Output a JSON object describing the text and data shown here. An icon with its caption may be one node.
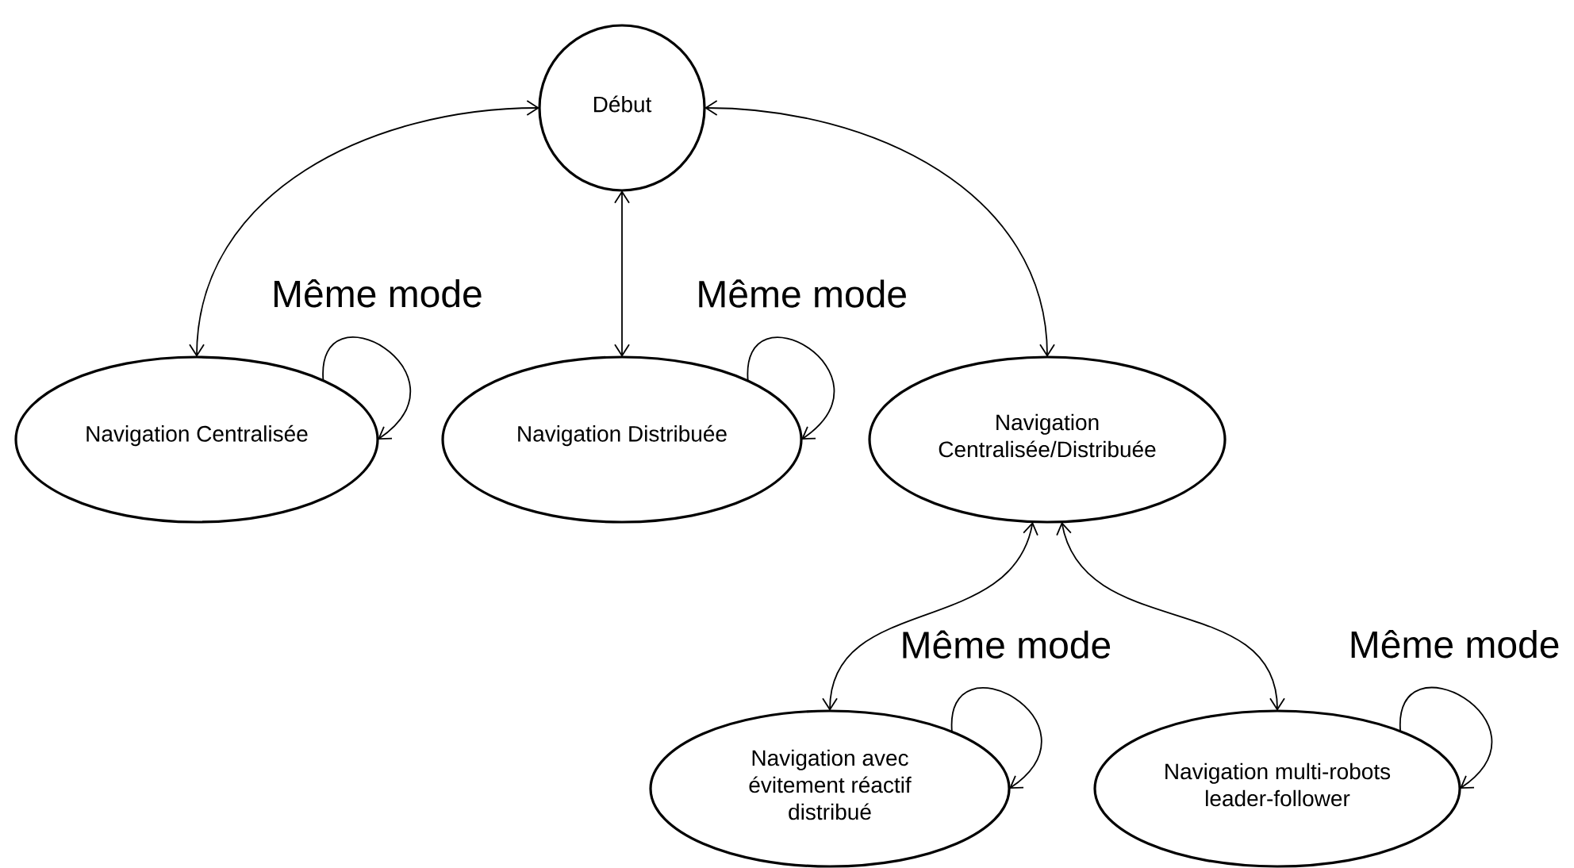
{
  "diagram": {
    "nodes": [
      {
        "text": [
          "Début"
        ]
      },
      {
        "text": [
          "Navigation Centralisée"
        ]
      },
      {
        "text": [
          "Navigation Distribuée"
        ]
      },
      {
        "text": [
          "Navigation Centralisée/Distribuée"
        ]
      },
      {
        "text": [
          "Navigation avec évitement réactif distribué"
        ]
      },
      {
        "text": [
          "Navigation multi-robots leader-follower"
        ]
      }
    ],
    "edges": [
      {
        "from": 0,
        "to": 1,
        "arrow": "both"
      },
      {
        "from": 0,
        "to": 2,
        "arrow": "both"
      },
      {
        "from": 0,
        "to": 3,
        "arrow": "both"
      },
      {
        "from": 1,
        "to": 1,
        "arrow": "to",
        "label": "Même mode"
      },
      {
        "from": 2,
        "to": 2,
        "arrow": "to",
        "label": "Même mode"
      },
      {
        "from": 3,
        "to": 4,
        "arrow": "both"
      },
      {
        "from": 3,
        "to": 5,
        "arrow": "both"
      },
      {
        "from": 4,
        "to": 4,
        "arrow": "to",
        "label": "Même mode"
      },
      {
        "from": 5,
        "to": 5,
        "arrow": "to",
        "label": "Même mode"
      }
    ]
  }
}
